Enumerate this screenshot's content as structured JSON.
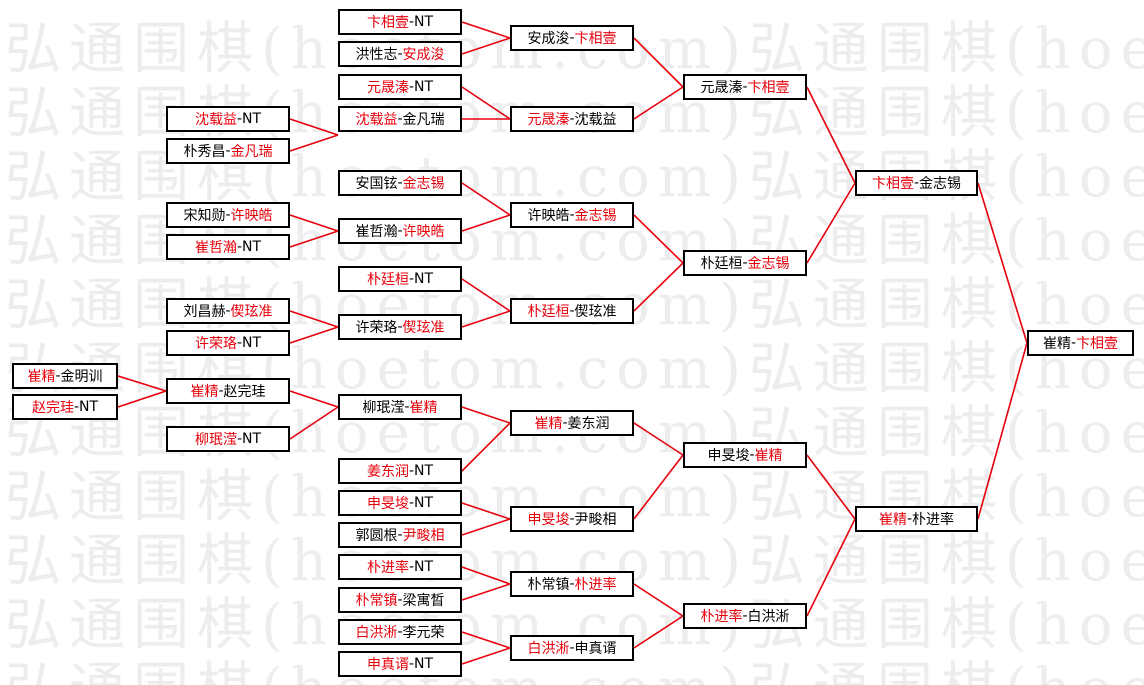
{
  "watermark": {
    "lines": [
      "弘通围棋(hoetom.com)弘通围棋(hoetom.com)",
      "弘通围棋(hoetom.com)弘通围棋(hoetom.com)",
      "弘通围棋(hoetom.com)弘通围棋(hoetom.com)",
      "弘通围棋(hoetom.com)弘通围棋(hoetom.com)",
      "弘通围棋(hoetom.com)弘通围棋(hoetom.com)",
      "弘通围棋(hoetom.com)弘通围棋(hoetom.com)",
      "弘通围棋(hoetom.com)弘通围棋(hoetom.com)",
      "弘通围棋(hoetom.com)弘通围棋(hoetom.com)",
      "弘通围棋(hoetom.com)弘通围棋(hoetom.com)",
      "弘通围棋(hoetom.com)弘通围棋(hoetom.com)",
      "弘通围棋(hoetom.com)弘通围棋(hoetom.com)"
    ]
  },
  "colors": {
    "winner": "#e8000b",
    "loser": "#000000",
    "connector": "#e8000b",
    "border": "#000000"
  },
  "bracket": {
    "r0a_1": {
      "a": "崔精",
      "b": "金明训",
      "win": "a"
    },
    "r0a_2": {
      "a": "赵完珪",
      "b": "NT",
      "win": "a"
    },
    "r1_1": {
      "a": "卞相壹",
      "b": "NT",
      "win": "a"
    },
    "r1_2": {
      "a": "洪性志",
      "b": "安成浚",
      "win": "b"
    },
    "r1_3": {
      "a": "元晟溱",
      "b": "NT",
      "win": "a"
    },
    "r1_4": {
      "a": "沈载益",
      "b": "NT",
      "win": "a"
    },
    "r1_5": {
      "a": "朴秀昌",
      "b": "金凡瑞",
      "win": "b"
    },
    "r1_6": {
      "a": "安国铉",
      "b": "金志锡",
      "win": "b"
    },
    "r1_7": {
      "a": "宋知勋",
      "b": "许映皓",
      "win": "b"
    },
    "r1_8": {
      "a": "崔哲瀚",
      "b": "NT",
      "win": "a"
    },
    "r1_9": {
      "a": "朴廷桓",
      "b": "NT",
      "win": "a"
    },
    "r1_10": {
      "a": "刘昌赫",
      "b": "偰玹准",
      "win": "b"
    },
    "r1_11": {
      "a": "许荣珞",
      "b": "NT",
      "win": "a"
    },
    "r1_12": {
      "a": "崔精",
      "b": "赵完珪",
      "win": "a"
    },
    "r1_13": {
      "a": "柳珉滢",
      "b": "NT",
      "win": "a"
    },
    "r1_14": {
      "a": "姜东润",
      "b": "NT",
      "win": "a"
    },
    "r1_15": {
      "a": "申旻埈",
      "b": "NT",
      "win": "a"
    },
    "r1_16": {
      "a": "郭圆根",
      "b": "尹畯相",
      "win": "b"
    },
    "r1_17": {
      "a": "朴进率",
      "b": "NT",
      "win": "a"
    },
    "r1_18": {
      "a": "朴常镇",
      "b": "梁寓晳",
      "win": "a"
    },
    "r1_19": {
      "a": "白洪淅",
      "b": "李元荣",
      "win": "a"
    },
    "r1_20": {
      "a": "申真谞",
      "b": "NT",
      "win": "a"
    },
    "r2_1": {
      "a": "安成浚",
      "b": "卞相壹",
      "win": "b"
    },
    "r2_2": {
      "a": "元晟溱",
      "b": "沈载益",
      "win": "a"
    },
    "r2_3": {
      "a": "沈载益",
      "b": "金凡瑞",
      "win": "a"
    },
    "r2_4": {
      "a": "许映皓",
      "b": "金志锡",
      "win": "b"
    },
    "r2_5": {
      "a": "崔哲瀚",
      "b": "许映皓",
      "win": "b"
    },
    "r2_6": {
      "a": "朴廷桓",
      "b": "偰玹准",
      "win": "a"
    },
    "r2_7": {
      "a": "许荣珞",
      "b": "偰玹准",
      "win": "b"
    },
    "r2_8": {
      "a": "柳珉滢",
      "b": "崔精",
      "win": "b"
    },
    "r2_9": {
      "a": "崔精",
      "b": "姜东润",
      "win": "a"
    },
    "r2_10": {
      "a": "申旻埈",
      "b": "尹畯相",
      "win": "a"
    },
    "r2_11": {
      "a": "朴常镇",
      "b": "朴进率",
      "win": "b"
    },
    "r2_12": {
      "a": "白洪淅",
      "b": "申真谞",
      "win": "a"
    },
    "r3_1": {
      "a": "元晟溱",
      "b": "卞相壹",
      "win": "b"
    },
    "r3_2": {
      "a": "朴廷桓",
      "b": "金志锡",
      "win": "b"
    },
    "r3_3": {
      "a": "申旻埈",
      "b": "崔精",
      "win": "b"
    },
    "r3_4": {
      "a": "朴进率",
      "b": "白洪淅",
      "win": "a"
    },
    "r4_1": {
      "a": "卞相壹",
      "b": "金志锡",
      "win": "a"
    },
    "r4_2": {
      "a": "崔精",
      "b": "朴进率",
      "win": "a"
    },
    "r5_1": {
      "a": "崔精",
      "b": "卞相壹",
      "win": "b"
    }
  }
}
